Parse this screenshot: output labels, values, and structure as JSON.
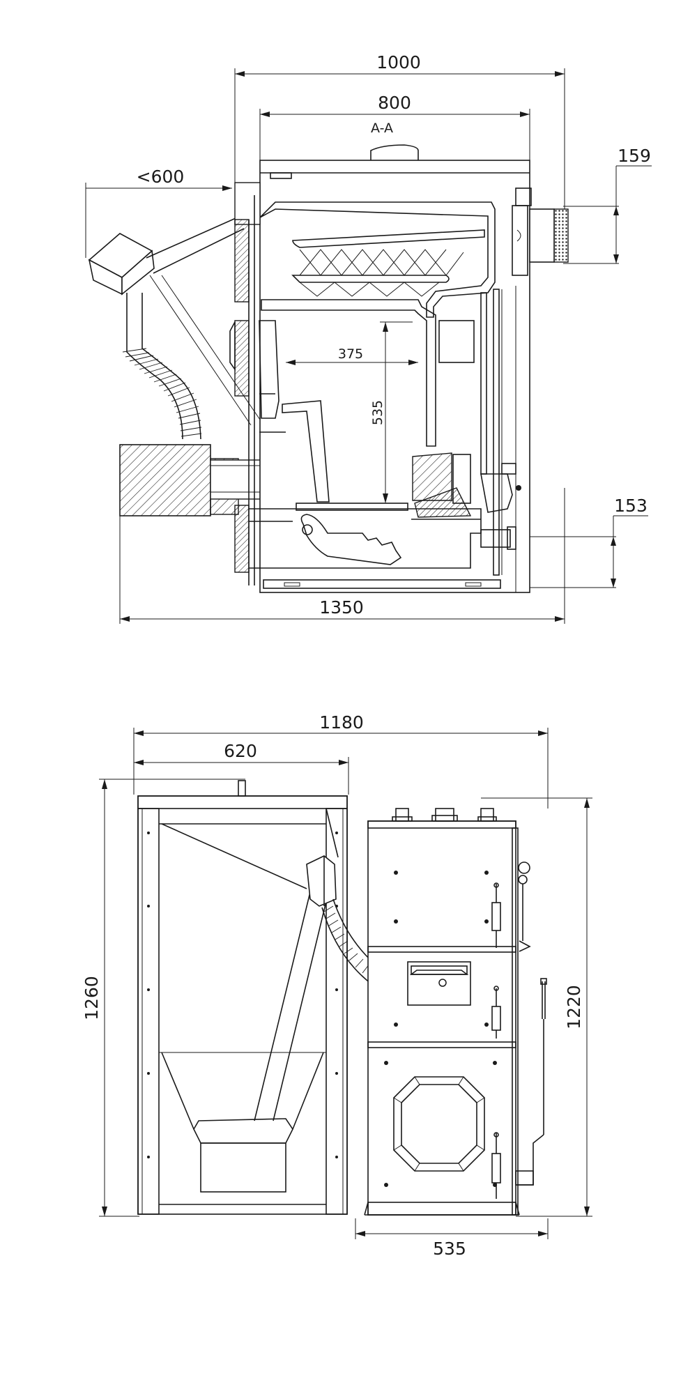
{
  "section_label": "A-A",
  "side_view": {
    "dim_total_width": "1000",
    "dim_boiler_width": "800",
    "dim_angle_reach": "<600",
    "dim_top_outlet": "159",
    "dim_inner_width": "375",
    "dim_inner_height": "535",
    "dim_bottom_outlet": "153",
    "dim_overall_length": "1350"
  },
  "front_view": {
    "dim_total_width": "1180",
    "dim_hopper_width": "620",
    "dim_hopper_height": "1260",
    "dim_boiler_height": "1220",
    "dim_boiler_width": "535"
  },
  "colors": {
    "line": "#1a1a1a",
    "background": "#ffffff"
  }
}
